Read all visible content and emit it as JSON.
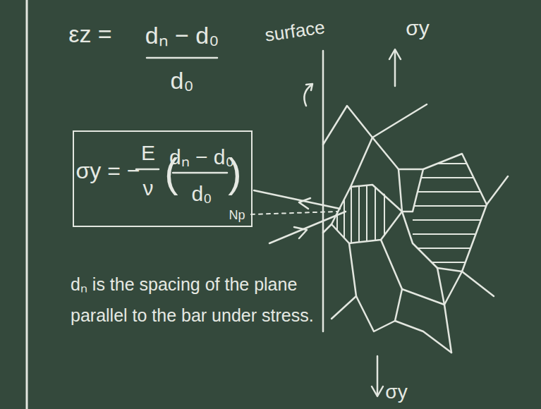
{
  "diagram": {
    "nodes": [
      {
        "text": [
          "σy = −",
          "E",
          "ν",
          "(",
          "dₙ − d₀",
          "d₀",
          ")"
        ]
      }
    ],
    "labels": [
      "εz =",
      "dₙ − d₀",
      "d₀",
      "surface",
      "σy",
      "Np",
      "dₙ is the spacing of the plane parallel to the bar under stress.",
      "σy"
    ]
  }
}
